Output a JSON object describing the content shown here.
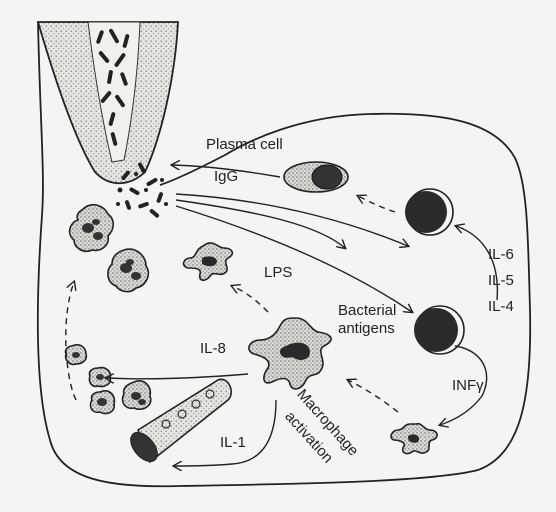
{
  "labels": {
    "plasma_cell": "Plasma cell",
    "igg": "IgG",
    "il6": "IL-6",
    "il5": "IL-5",
    "il4": "IL-4",
    "lps": "LPS",
    "bacterial": "Bacterial",
    "antigens": "antigens",
    "il8": "IL-8",
    "infg": "INFγ",
    "macrophage": "Macrophage",
    "activation": "activation",
    "il1": "IL-1"
  }
}
